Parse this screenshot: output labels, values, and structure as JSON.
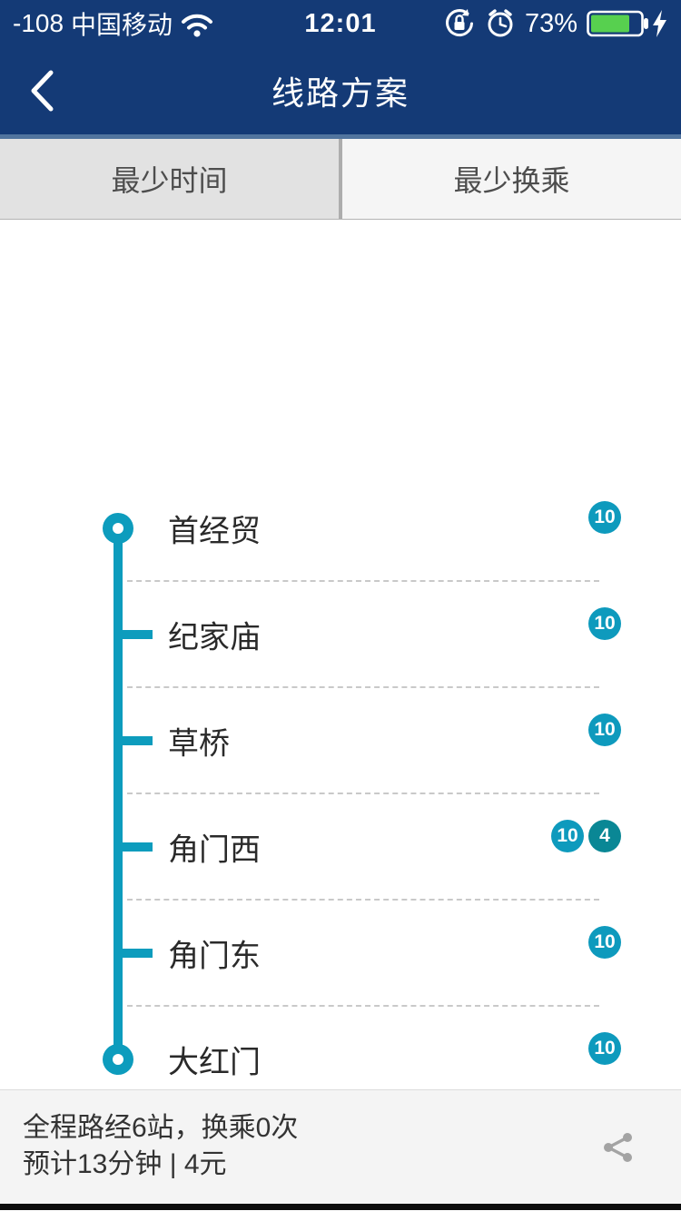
{
  "status_bar": {
    "signal": "-108",
    "carrier": "中国移动",
    "time": "12:01",
    "battery_percent": "73%",
    "icons": {
      "wifi": "wifi-icon",
      "rotation_lock": "rotation-lock-icon",
      "alarm": "alarm-clock-icon",
      "battery": "battery-icon-73-charging",
      "bolt": "charging-bolt-icon"
    }
  },
  "nav": {
    "title": "线路方案",
    "back_icon": "chevron-left"
  },
  "tabs": [
    {
      "label": "最少时间",
      "selected": true
    },
    {
      "label": "最少换乘",
      "selected": false
    }
  ],
  "route": {
    "stations": [
      {
        "name": "首经贸",
        "marker": "terminal",
        "lines": [
          "10"
        ]
      },
      {
        "name": "纪家庙",
        "marker": "stop",
        "lines": [
          "10"
        ]
      },
      {
        "name": "草桥",
        "marker": "stop",
        "lines": [
          "10"
        ]
      },
      {
        "name": "角门西",
        "marker": "stop",
        "lines": [
          "10",
          "4"
        ]
      },
      {
        "name": "角门东",
        "marker": "stop",
        "lines": [
          "10"
        ]
      },
      {
        "name": "大红门",
        "marker": "terminal",
        "lines": [
          "10"
        ]
      }
    ]
  },
  "summary": {
    "line1": "全程路经6站，换乘0次",
    "line2": "预计13分钟 | 4元",
    "share_icon": "share-nodes"
  },
  "colors": {
    "navbar_blue": "#143a76",
    "divider_steel_blue": "#51749e",
    "timeline_teal": "#0d9cbd",
    "line10_badge": "#0e9abd",
    "line4_badge": "#0a8795",
    "tab_selected_bg": "#e2e2e2",
    "tab_unselected_bg": "#f5f5f5",
    "battery_green": "#57d04f",
    "bottom_bar_bg": "#f4f4f4"
  }
}
